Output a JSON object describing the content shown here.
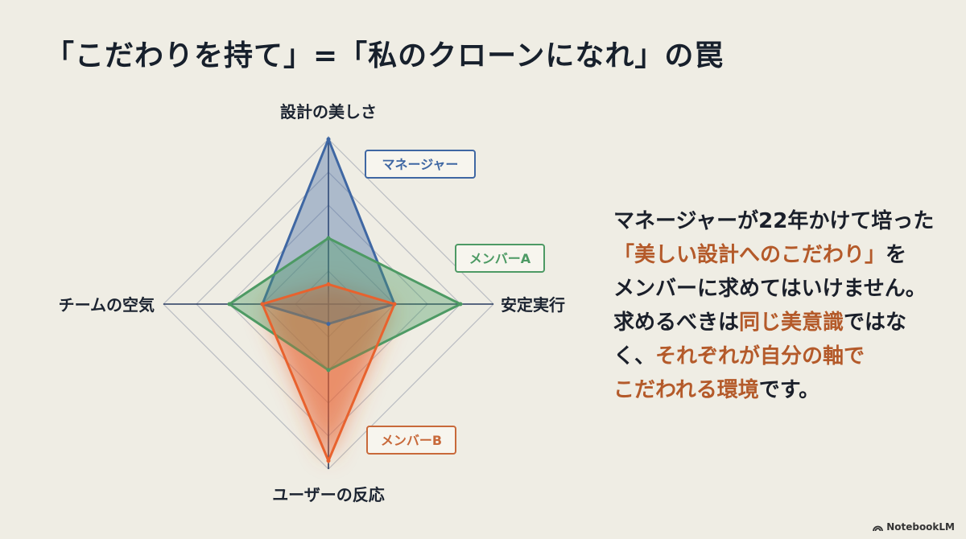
{
  "title": "「こだわりを持て」=「私のクローンになれ」の罠",
  "chart_data": {
    "type": "radar",
    "axes": [
      "設計の美しさ",
      "安定実行",
      "ユーザーの反応",
      "チームの空気"
    ],
    "range": [
      0,
      1
    ],
    "grid_levels": 5,
    "series": [
      {
        "name": "マネージャー",
        "values": [
          1.0,
          0.4,
          0.12,
          0.4
        ],
        "color": "#3f67a3"
      },
      {
        "name": "メンバーA",
        "values": [
          0.4,
          0.8,
          0.4,
          0.6
        ],
        "color": "#4d9a64"
      },
      {
        "name": "メンバーB",
        "values": [
          0.12,
          0.4,
          0.95,
          0.4
        ],
        "color": "#e8622e"
      }
    ]
  },
  "message": {
    "line1": "マネージャーが22年かけて培った",
    "line2_hl": "「美しい設計へのこだわり」",
    "line2": "を",
    "line3": "メンバーに求めてはいけません。",
    "line4_a": "求めるべきは",
    "line4_hl": "同じ美意識",
    "line4_b": "ではな",
    "line5_a": "く、",
    "line5_hl": "それぞれが自分の軸で",
    "line6_hl": "こだわれる環境",
    "line6": "です。"
  },
  "brand": "NotebookLM"
}
